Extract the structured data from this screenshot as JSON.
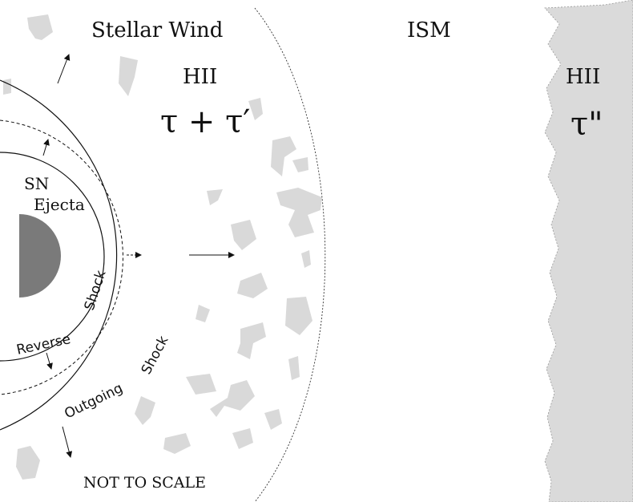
{
  "labels": {
    "stellar_wind": "Stellar Wind",
    "ism": "ISM",
    "hii_left": "HII",
    "tau_left": "τ + τ′",
    "hii_right": "HII",
    "tau_right": "τ\"",
    "sn": "SN",
    "ejecta": "Ejecta",
    "reverse": "Reverse",
    "shock_inner": "Shock",
    "outgoing": "Outgoing",
    "shock_outer": "Shock",
    "not_to_scale": "NOT TO SCALE"
  },
  "colors": {
    "ink": "#111111",
    "core": "#7a7a7a",
    "cloud": "#d9d9d9",
    "background": "#ffffff"
  },
  "icons": {
    "arrow": "arrow-icon"
  }
}
